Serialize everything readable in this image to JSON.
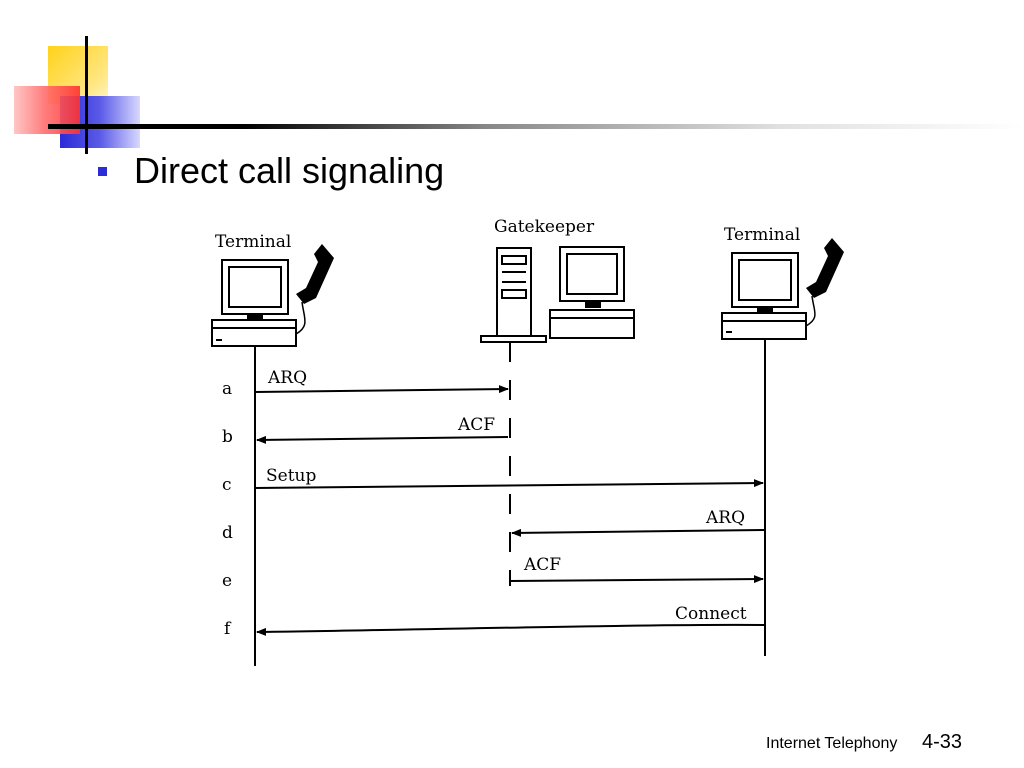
{
  "slide": {
    "bullet": "Direct call signaling",
    "footer_text": "Internet Telephony",
    "page_number": "4-33"
  },
  "diagram": {
    "entities": [
      "Terminal",
      "Gatekeeper",
      "Terminal"
    ],
    "steps": [
      {
        "step": "a",
        "label": "ARQ",
        "from": "Terminal",
        "to": "Gatekeeper"
      },
      {
        "step": "b",
        "label": "ACF",
        "from": "Gatekeeper",
        "to": "Terminal"
      },
      {
        "step": "c",
        "label": "Setup",
        "from": "Terminal",
        "to": "Terminal (right)"
      },
      {
        "step": "d",
        "label": "ARQ",
        "from": "Terminal (right)",
        "to": "Gatekeeper"
      },
      {
        "step": "e",
        "label": "ACF",
        "from": "Gatekeeper",
        "to": "Terminal (right)"
      },
      {
        "step": "f",
        "label": "Connect",
        "from": "Terminal (right)",
        "to": "Terminal"
      }
    ]
  },
  "colors": {
    "bullet": "#2b2bd8",
    "deco_yellow": "#ffd21a",
    "deco_red": "#ff4040",
    "deco_blue": "#2b2bd8"
  },
  "icons": [
    "computer-terminal-icon",
    "telephone-handset-icon",
    "server-tower-icon",
    "monitor-icon"
  ]
}
